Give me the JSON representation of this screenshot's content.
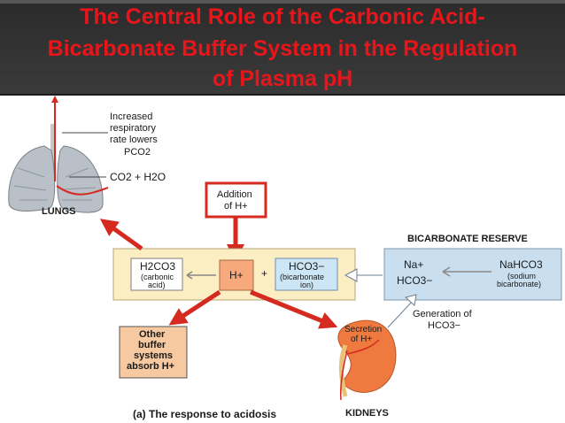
{
  "title": {
    "line1": "The Central Role of the Carbonic Acid-",
    "line2": "Bicarbonate Buffer System in the Regulation",
    "line3": "of Plasma pH"
  },
  "lungs": {
    "label": "LUNGS",
    "note_line1": "Increased",
    "note_line2": "respiratory",
    "note_line3": "rate lowers",
    "note_pco2": "PCO2",
    "reaction": "CO2 + H2O"
  },
  "addition": {
    "line1": "Addition",
    "line2": "of H+"
  },
  "buffer_box": {
    "h2co3_formula": "H2CO3",
    "h2co3_name_line1": "(carbonic",
    "h2co3_name_line2": "acid)",
    "h_plus": "H+",
    "plus_sign": "+",
    "hco3_formula": "HCO3−",
    "hco3_name_line1": "(bicarbonate",
    "hco3_name_line2": "ion)"
  },
  "reserve": {
    "title": "BICARBONATE RESERVE",
    "na": "Na+",
    "hco3": "HCO3−",
    "nahco3": "NaHCO3",
    "nahco3_name_line1": "(sodium",
    "nahco3_name_line2": "bicarbonate)",
    "generation_line1": "Generation of",
    "generation_line2": "HCO3−"
  },
  "other_buffers": {
    "line1": "Other",
    "line2": "buffer",
    "line3": "systems",
    "line4": "absorb H+"
  },
  "kidneys": {
    "secretion_line1": "Secretion",
    "secretion_line2": "of H+",
    "label": "KIDNEYS"
  },
  "caption": "(a) The response to acidosis",
  "colors": {
    "title_red": "#e8161b",
    "arrow_red": "#d42a1f",
    "buffer_box_fill": "#fbeec2",
    "reserve_fill": "#c9dff0",
    "h_box_fill": "#f8a97c",
    "hco3_box_fill": "#cde6f5",
    "other_box_fill": "#f7c9a0",
    "kidney": "#ee7a3f"
  }
}
